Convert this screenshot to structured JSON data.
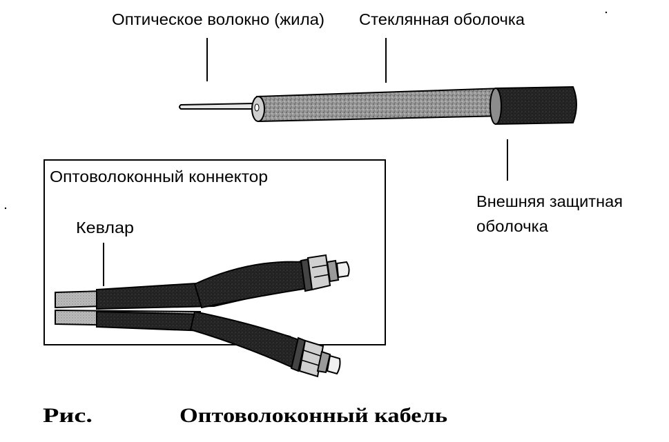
{
  "labels": {
    "core": "Оптическое волокно (жила)",
    "cladding": "Стеклянная оболочка",
    "jacket_line1": "Внешняя защитная",
    "jacket_line2": "оболочка",
    "connector_box": "Оптоволоконный коннектор",
    "kevlar": "Кевлар"
  },
  "caption": {
    "prefix": "Рис.",
    "title": "Оптоволоконный кабель"
  }
}
